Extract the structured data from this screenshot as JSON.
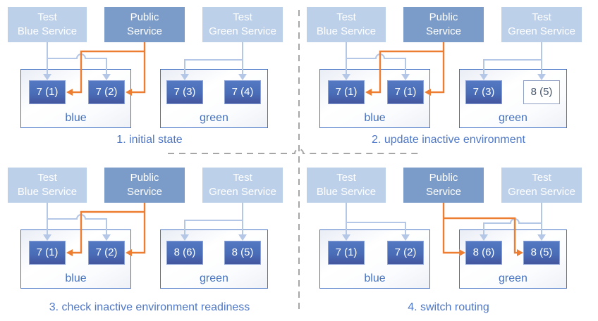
{
  "colors": {
    "test_service_fill": "#bdd0ea",
    "public_service_fill": "#7b9cc9",
    "pod_fill": "#4a6db8",
    "pod_border": "#8ba2d8",
    "pod_inactive_text": "#44546a",
    "env_border": "#4472c4",
    "env_label_text": "#4471bf",
    "caption_text": "#4f78c8",
    "test_route_arrow": "#b4c7e7",
    "public_route_arrow": "#ed7d31",
    "divider": "#a6a6a6"
  },
  "panels": [
    {
      "caption": "1. initial state",
      "public_routes_to": "blue",
      "services": {
        "test_blue": {
          "line1": "Test",
          "line2": "Blue Service"
        },
        "public": {
          "line1": "Public",
          "line2": "Service"
        },
        "test_green": {
          "line1": "Test",
          "line2": "Green Service"
        }
      },
      "environments": {
        "blue": {
          "name": "blue",
          "pods": [
            {
              "label": "7 (1)",
              "variant": "active"
            },
            {
              "label": "7 (2)",
              "variant": "active"
            }
          ]
        },
        "green": {
          "name": "green",
          "pods": [
            {
              "label": "7 (3)",
              "variant": "active"
            },
            {
              "label": "7 (4)",
              "variant": "active"
            }
          ]
        }
      }
    },
    {
      "caption": "2. update inactive environment",
      "public_routes_to": "blue",
      "services": {
        "test_blue": {
          "line1": "Test",
          "line2": "Blue Service"
        },
        "public": {
          "line1": "Public",
          "line2": "Service"
        },
        "test_green": {
          "line1": "Test",
          "line2": "Green Service"
        }
      },
      "environments": {
        "blue": {
          "name": "blue",
          "pods": [
            {
              "label": "7 (1)",
              "variant": "active"
            },
            {
              "label": "7 (1)",
              "variant": "active"
            }
          ]
        },
        "green": {
          "name": "green",
          "pods": [
            {
              "label": "7 (3)",
              "variant": "active"
            },
            {
              "label": "8 (5)",
              "variant": "inactive"
            }
          ]
        }
      }
    },
    {
      "caption": "3. check inactive environment readiness",
      "public_routes_to": "blue",
      "services": {
        "test_blue": {
          "line1": "Test",
          "line2": "Blue Service"
        },
        "public": {
          "line1": "Public",
          "line2": "Service"
        },
        "test_green": {
          "line1": "Test",
          "line2": "Green Service"
        }
      },
      "environments": {
        "blue": {
          "name": "blue",
          "pods": [
            {
              "label": "7 (1)",
              "variant": "active"
            },
            {
              "label": "7 (2)",
              "variant": "active"
            }
          ]
        },
        "green": {
          "name": "green",
          "pods": [
            {
              "label": "8 (6)",
              "variant": "active"
            },
            {
              "label": "8 (5)",
              "variant": "active"
            }
          ]
        }
      }
    },
    {
      "caption": "4. switch routing",
      "public_routes_to": "green",
      "services": {
        "test_blue": {
          "line1": "Test",
          "line2": "Blue Service"
        },
        "public": {
          "line1": "Public",
          "line2": "Service"
        },
        "test_green": {
          "line1": "Test",
          "line2": "Green Service"
        }
      },
      "environments": {
        "blue": {
          "name": "blue",
          "pods": [
            {
              "label": "7 (1)",
              "variant": "active"
            },
            {
              "label": "7 (2)",
              "variant": "active"
            }
          ]
        },
        "green": {
          "name": "green",
          "pods": [
            {
              "label": "8 (6)",
              "variant": "active"
            },
            {
              "label": "8 (5)",
              "variant": "active"
            }
          ]
        }
      }
    }
  ]
}
